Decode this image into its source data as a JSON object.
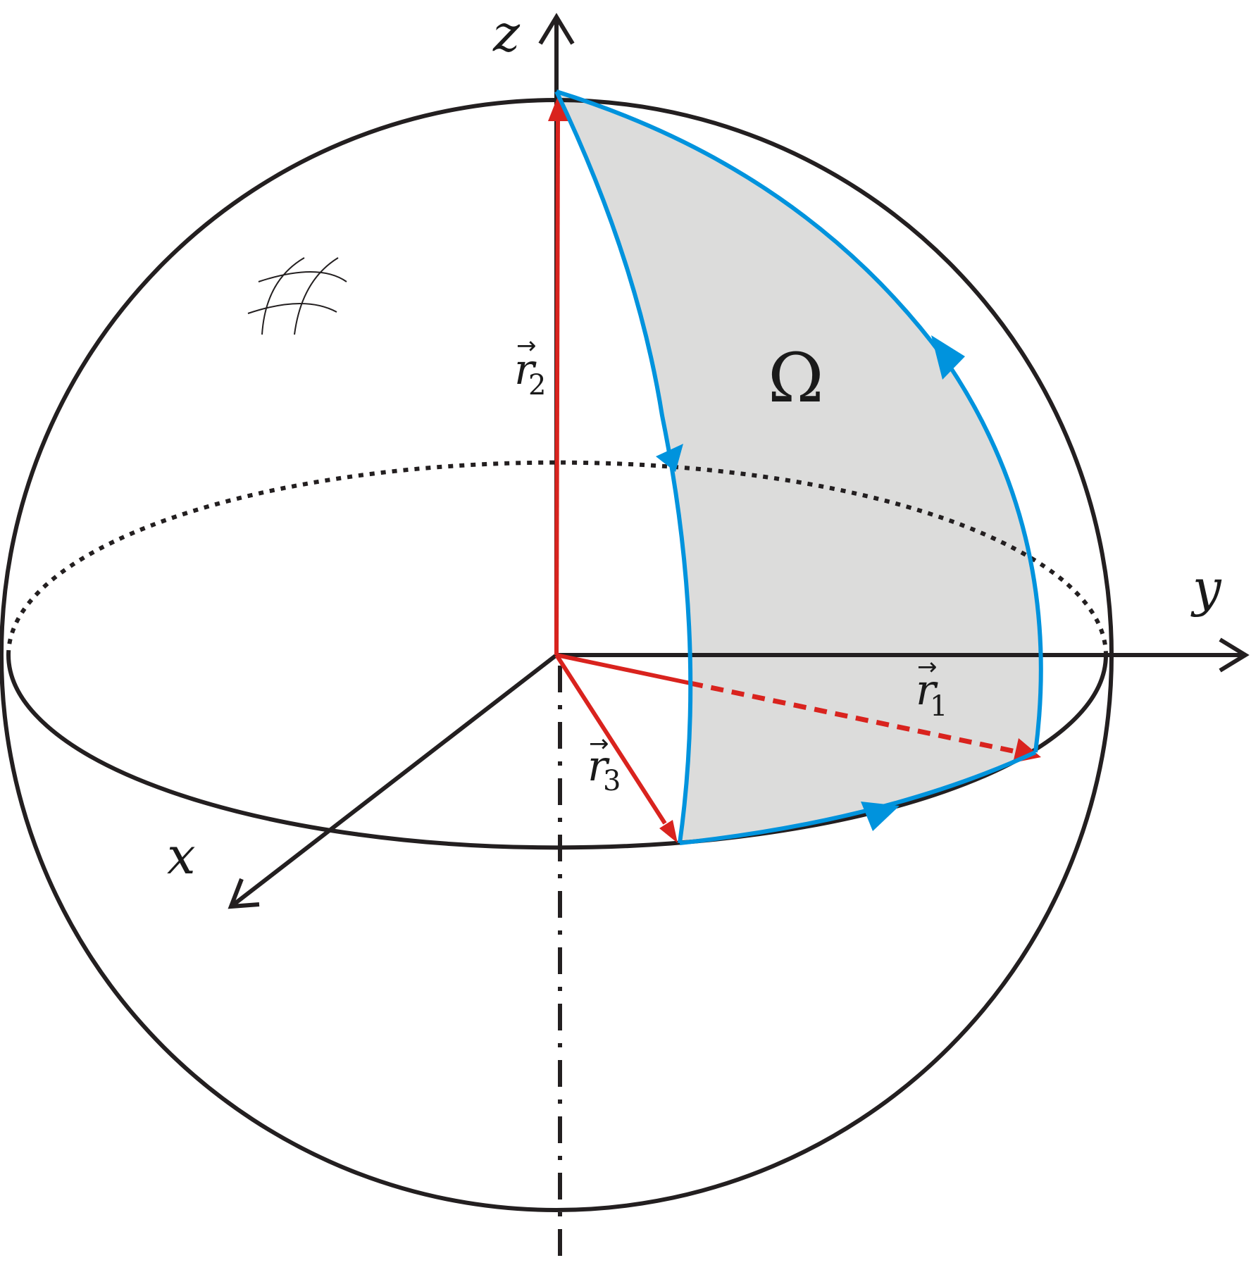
{
  "labels": {
    "z_axis": "z",
    "y_axis": "y",
    "x_axis": "x",
    "omega": "Ω",
    "r1": "r",
    "r1_sub": "1",
    "r2": "r",
    "r2_sub": "2",
    "r3": "r",
    "r3_sub": "3",
    "vector_arrow": "→"
  },
  "colors": {
    "outline": "#231f20",
    "vector": "#d9231e",
    "contour": "#0093dd",
    "region_fill": "#dcdcdb"
  }
}
